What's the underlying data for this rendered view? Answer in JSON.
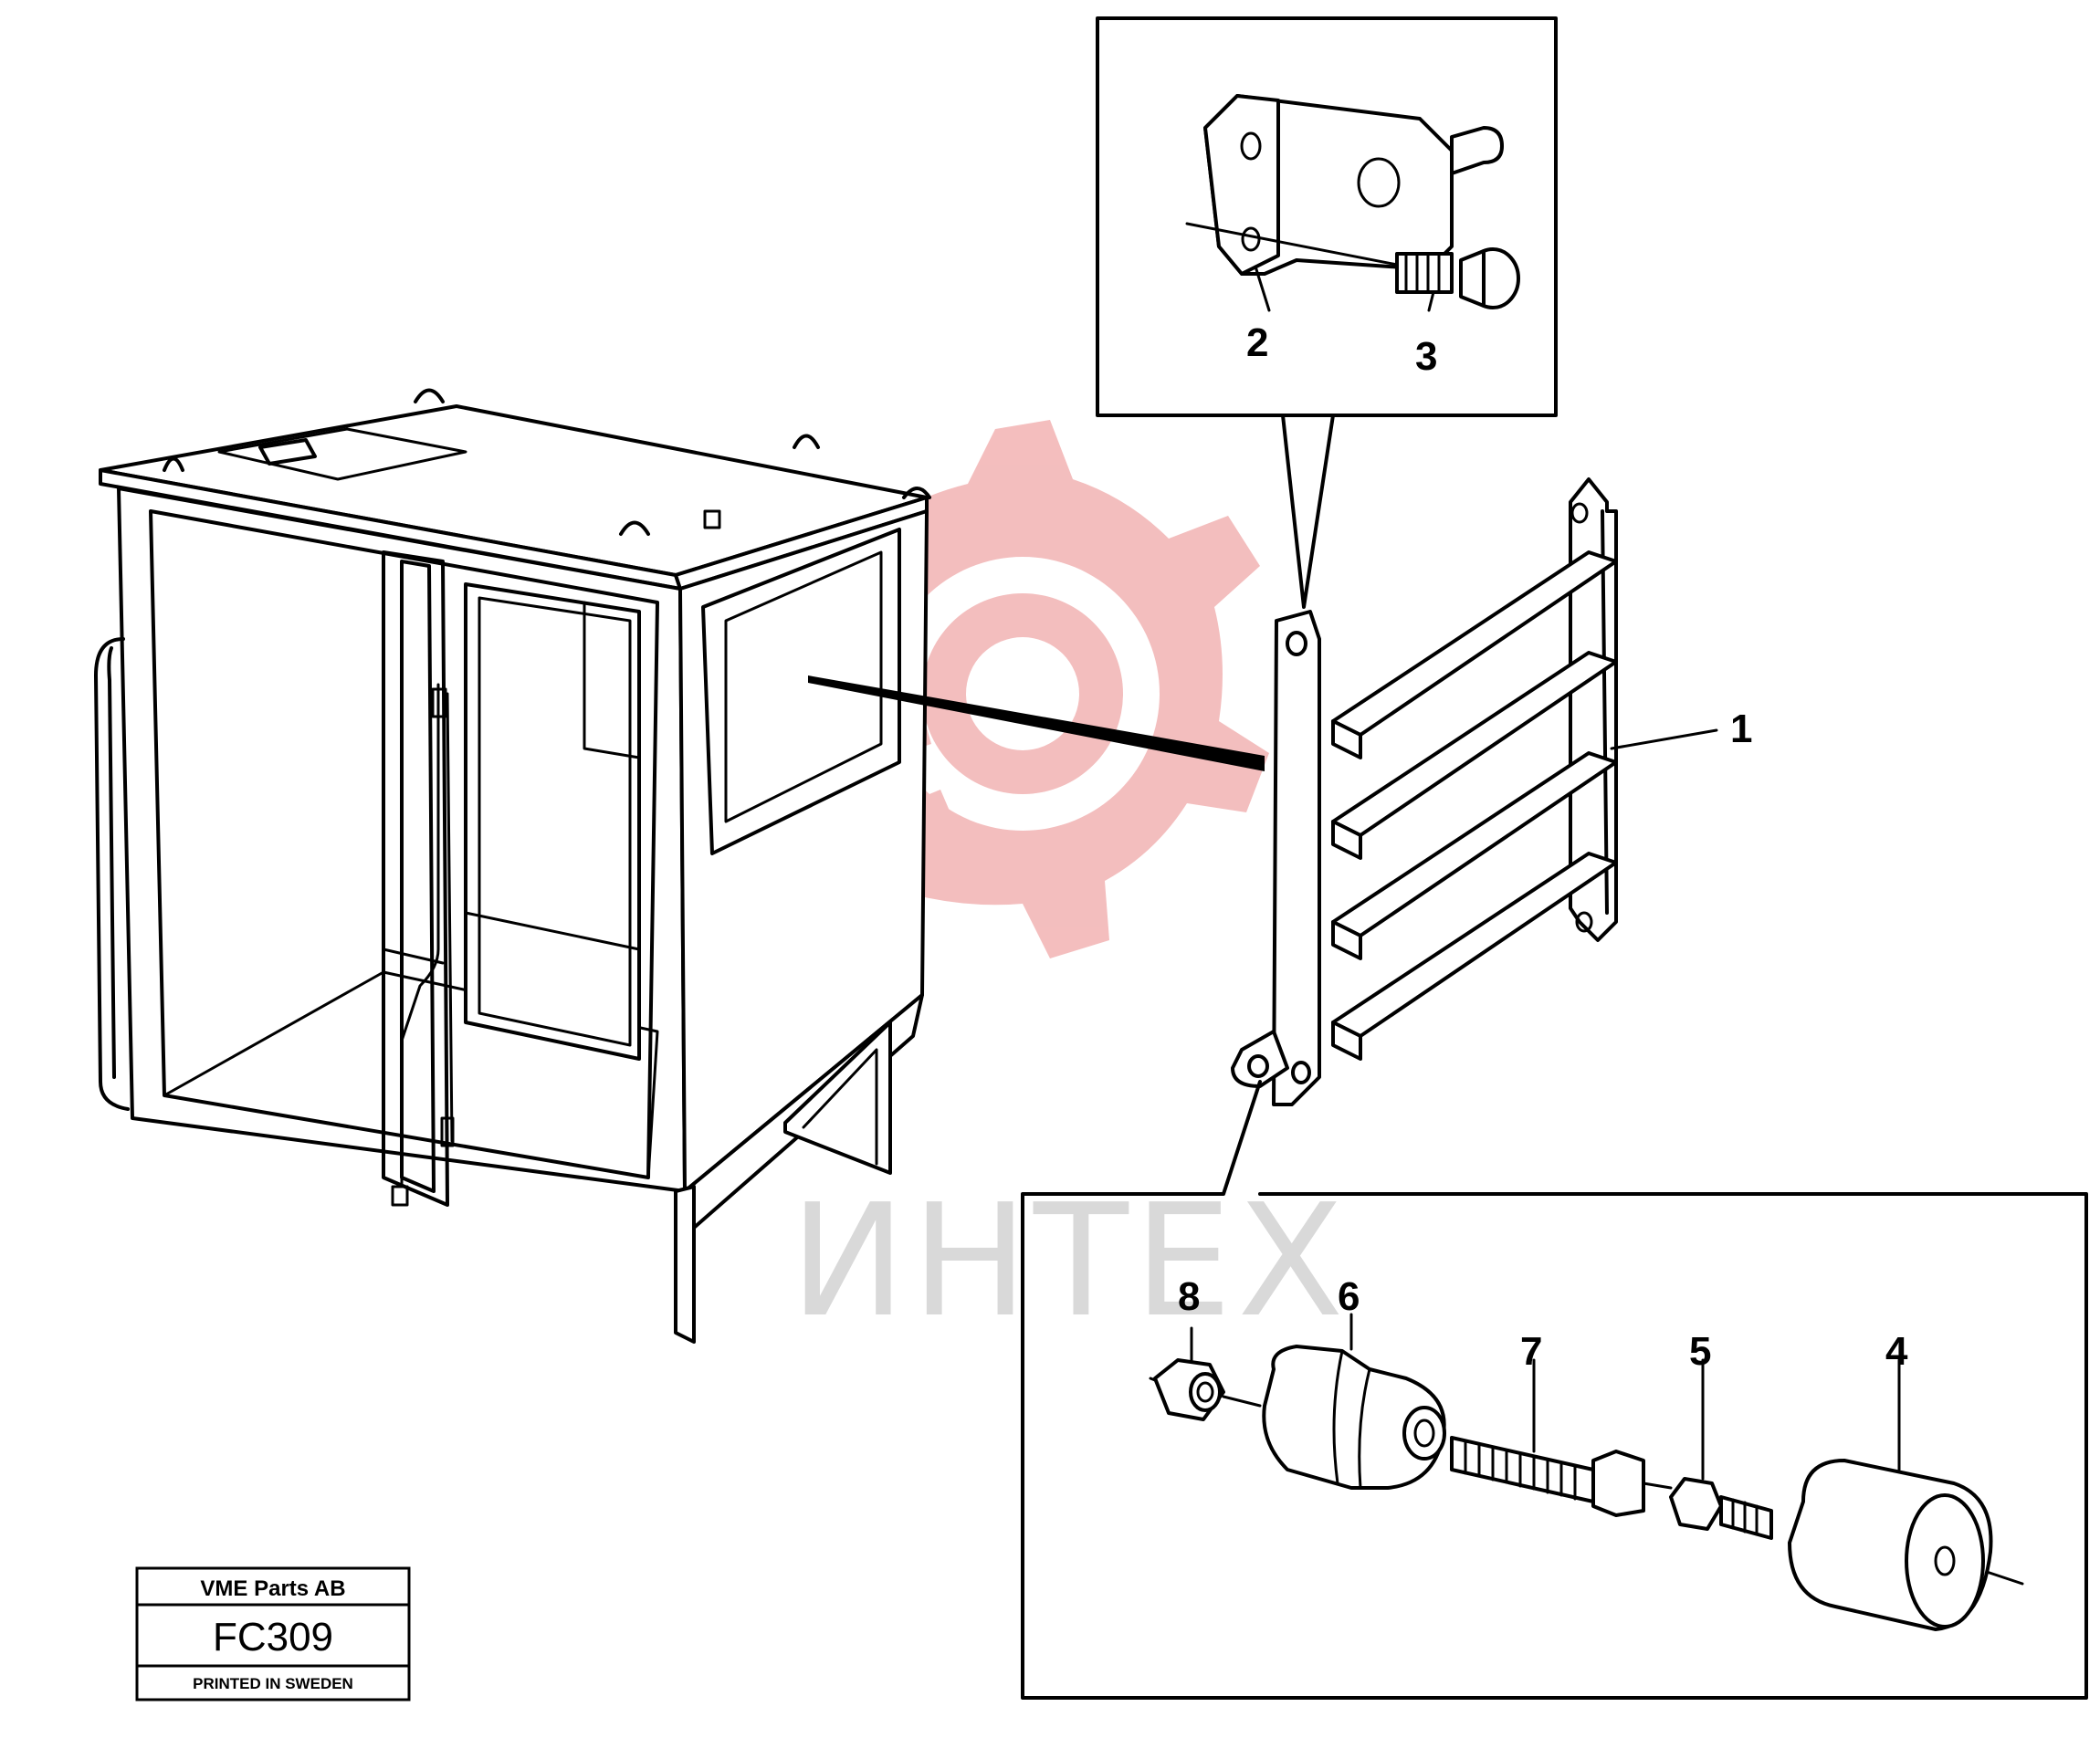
{
  "watermark": {
    "text": "ИНТЕХ",
    "logo_color": "#f2b3b3",
    "text_color": "#d9d9d9"
  },
  "callouts": [
    "1",
    "2",
    "3",
    "4",
    "5",
    "6",
    "7",
    "8"
  ],
  "title_block": {
    "company": "VME Parts AB",
    "code": "FC309",
    "note": "PRINTED IN SWEDEN"
  }
}
